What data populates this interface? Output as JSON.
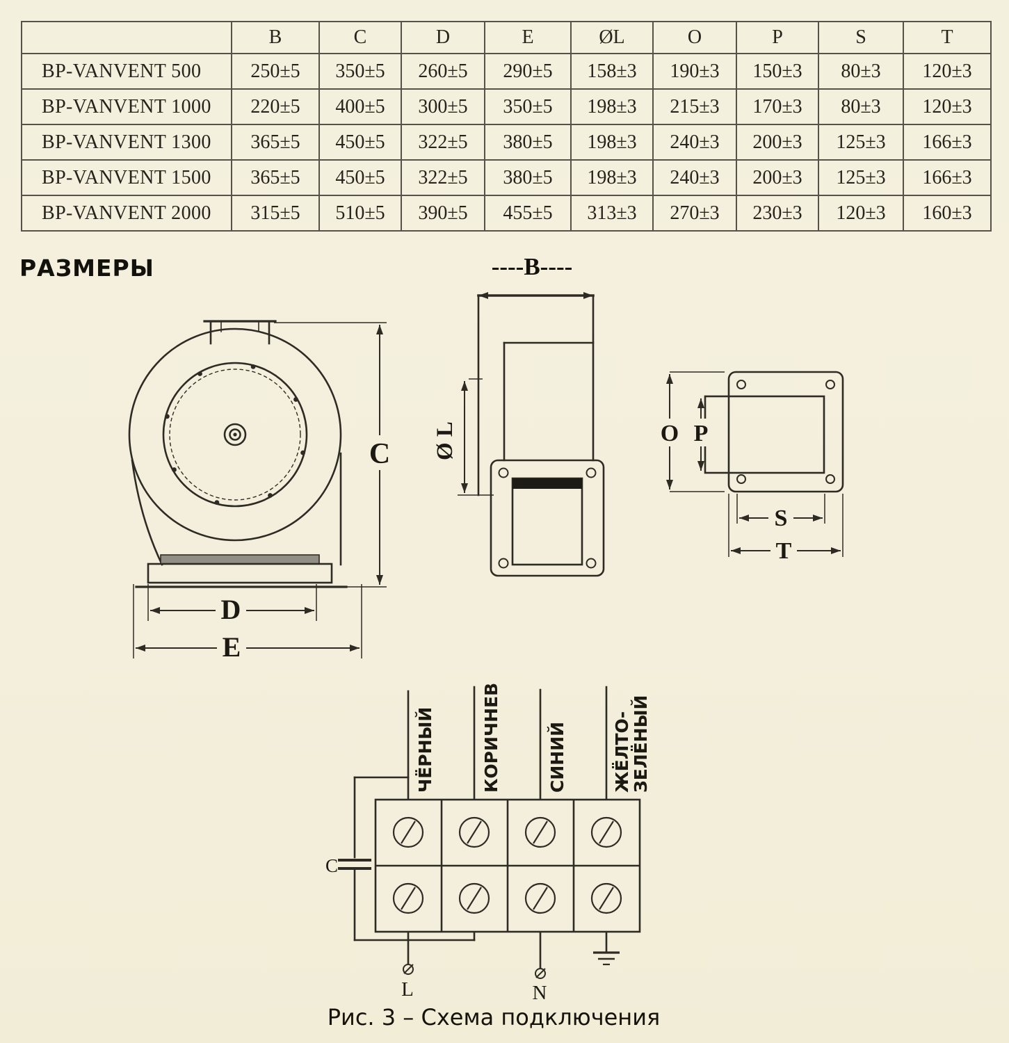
{
  "page": {
    "paper_color": "#f3efdc",
    "ink_color": "#2e2b25"
  },
  "table": {
    "headers": [
      "",
      "B",
      "C",
      "D",
      "E",
      "ØL",
      "O",
      "P",
      "S",
      "T"
    ],
    "rows": [
      {
        "model": "BP-VANVENT 500",
        "values": [
          "250±5",
          "350±5",
          "260±5",
          "290±5",
          "158±3",
          "190±3",
          "150±3",
          "80±3",
          "120±3"
        ]
      },
      {
        "model": "BP-VANVENT 1000",
        "values": [
          "220±5",
          "400±5",
          "300±5",
          "350±5",
          "198±3",
          "215±3",
          "170±3",
          "80±3",
          "120±3"
        ]
      },
      {
        "model": "BP-VANVENT 1300",
        "values": [
          "365±5",
          "450±5",
          "322±5",
          "380±5",
          "198±3",
          "240±3",
          "200±3",
          "125±3",
          "166±3"
        ]
      },
      {
        "model": "BP-VANVENT 1500",
        "values": [
          "365±5",
          "450±5",
          "322±5",
          "380±5",
          "198±3",
          "240±3",
          "200±3",
          "125±3",
          "166±3"
        ]
      },
      {
        "model": "BP-VANVENT 2000",
        "values": [
          "315±5",
          "510±5",
          "390±5",
          "455±5",
          "313±3",
          "270±3",
          "230±3",
          "120±3",
          "160±3"
        ]
      }
    ]
  },
  "dimensions_section": {
    "title": "РАЗМЕРЫ",
    "b_label": "----B----",
    "labels": {
      "C": "C",
      "D": "D",
      "E": "E",
      "OL": "Ø L",
      "O": "O",
      "P": "P",
      "S": "S",
      "T": "T"
    }
  },
  "wiring": {
    "wire_labels": {
      "black": "ЧЁРНЫЙ",
      "brown": "КОРИЧНЕВЫ",
      "blue": "СИНИЙ",
      "yellow_green_line1": "ЖЁЛТО-",
      "yellow_green_line2": "ЗЕЛЁНЫЙ"
    },
    "capacitor_label": "C",
    "line_label": "L",
    "neutral_label": "N",
    "caption": "Рис. 3 – Схема подключения"
  }
}
